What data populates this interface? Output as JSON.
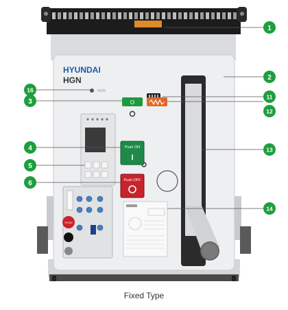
{
  "brand": {
    "name": "HYUNDAI",
    "model": "HGN"
  },
  "caption": "Fixed Type",
  "labels": {
    "push_on": "Push ON",
    "push_off": "Push OFF",
    "on_symbol": "I",
    "off_symbol": "O",
    "indicator_green": "O",
    "reset_button": "PUSH"
  },
  "callouts": [
    {
      "id": "1",
      "text": "1"
    },
    {
      "id": "2",
      "text": "2"
    },
    {
      "id": "3",
      "text": "3"
    },
    {
      "id": "4",
      "text": "4"
    },
    {
      "id": "5",
      "text": "5"
    },
    {
      "id": "6",
      "text": "6"
    },
    {
      "id": "11",
      "text": "11"
    },
    {
      "id": "12",
      "text": "12"
    },
    {
      "id": "13",
      "text": "13"
    },
    {
      "id": "14",
      "text": "14"
    },
    {
      "id": "16",
      "text": "16"
    }
  ],
  "colors": {
    "callout": "#1f9e3e",
    "push_on": "#1e8a4a",
    "push_off": "#c8242b",
    "brand": "#1c5aa6",
    "indicator_orange": "#e0692a",
    "terminal_orange": "#e08a2a"
  }
}
